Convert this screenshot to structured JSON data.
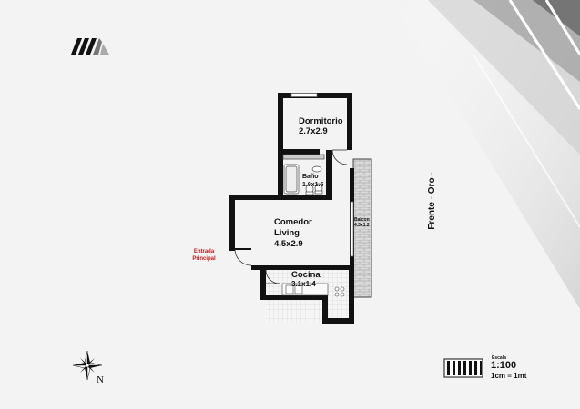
{
  "rooms": {
    "dormitorio": {
      "name": "Dormitorio",
      "size": "2.7x2.9"
    },
    "bano": {
      "name": "Baño",
      "size": "1.9x1.5"
    },
    "comedor": {
      "name_line1": "Comedor",
      "name_line2": "Living",
      "size": "4.5x2.9"
    },
    "cocina": {
      "name": "Cocina",
      "size": "3.1x1.4"
    },
    "balcon": {
      "name": "Balcon",
      "size": "4.3x1.2"
    }
  },
  "entrance": {
    "line1": "Entrada",
    "line2": "Principal"
  },
  "orientation": {
    "front_label": "Frente - Oro -",
    "north_label": "N"
  },
  "scale": {
    "title": "Escala",
    "ratio": "1:100",
    "equivalence": "1cm = 1mt"
  },
  "colors": {
    "wall": "#111111",
    "brick": "#d6d6d6",
    "entrance_text": "#c0191d",
    "background": "#f3f3f3"
  }
}
